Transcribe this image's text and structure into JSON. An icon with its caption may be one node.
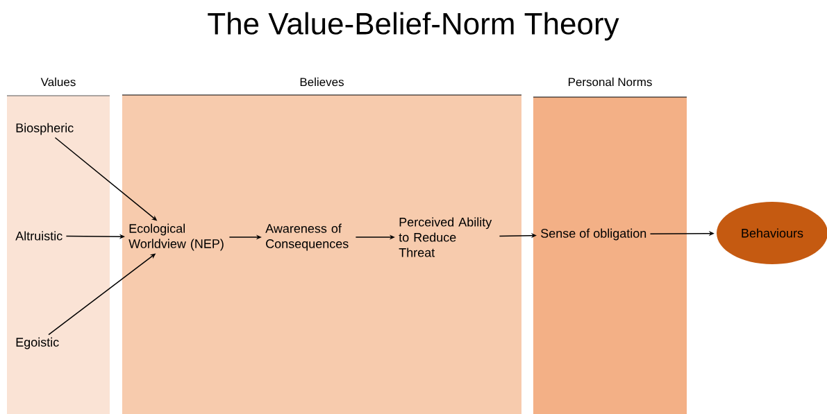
{
  "diagram": {
    "title": "The Value-Belief-Norm Theory",
    "nodes": [
      {
        "text": [
          "Values"
        ]
      },
      {
        "text": [
          "Biospheric"
        ],
        "in": 0
      },
      {
        "text": [
          "Altruistic"
        ],
        "in": 0
      },
      {
        "text": [
          "Egoistic"
        ],
        "in": 0
      },
      {
        "text": [
          "Believes"
        ]
      },
      {
        "text": [
          "Ecological Worldview (NEP)"
        ],
        "in": 4
      },
      {
        "text": [
          "Awareness of Consequences"
        ],
        "in": 4
      },
      {
        "text": [
          "Perceived Ability to Reduce Threat"
        ],
        "in": 4
      },
      {
        "text": [
          "Personal Norms"
        ]
      },
      {
        "text": [
          "Sense of obligation"
        ],
        "in": 8
      },
      {
        "text": [
          "Behaviours"
        ]
      }
    ],
    "edges": [
      {
        "from": 1,
        "to": 5,
        "arrow": "to"
      },
      {
        "from": 2,
        "to": 5,
        "arrow": "to"
      },
      {
        "from": 3,
        "to": 5,
        "arrow": "to"
      },
      {
        "from": 5,
        "to": 6,
        "arrow": "to"
      },
      {
        "from": 6,
        "to": 7,
        "arrow": "to"
      },
      {
        "from": 7,
        "to": 9,
        "arrow": "to"
      },
      {
        "from": 9,
        "to": 10,
        "arrow": "to"
      }
    ]
  }
}
